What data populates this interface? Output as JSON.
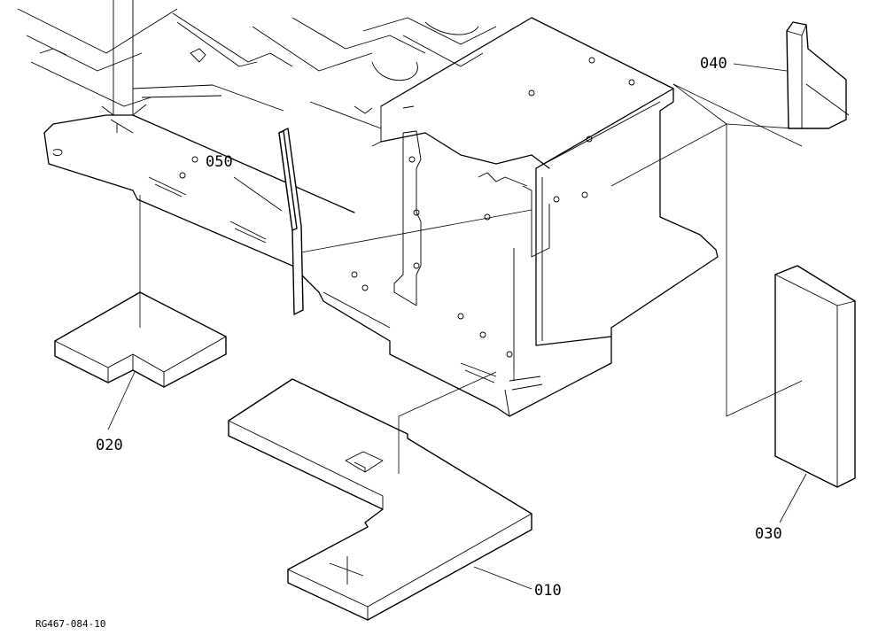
{
  "labels": {
    "p010": "010",
    "p020": "020",
    "p030": "030",
    "p040": "040",
    "p050": "050"
  },
  "drawing_code": "RG467-084-10"
}
